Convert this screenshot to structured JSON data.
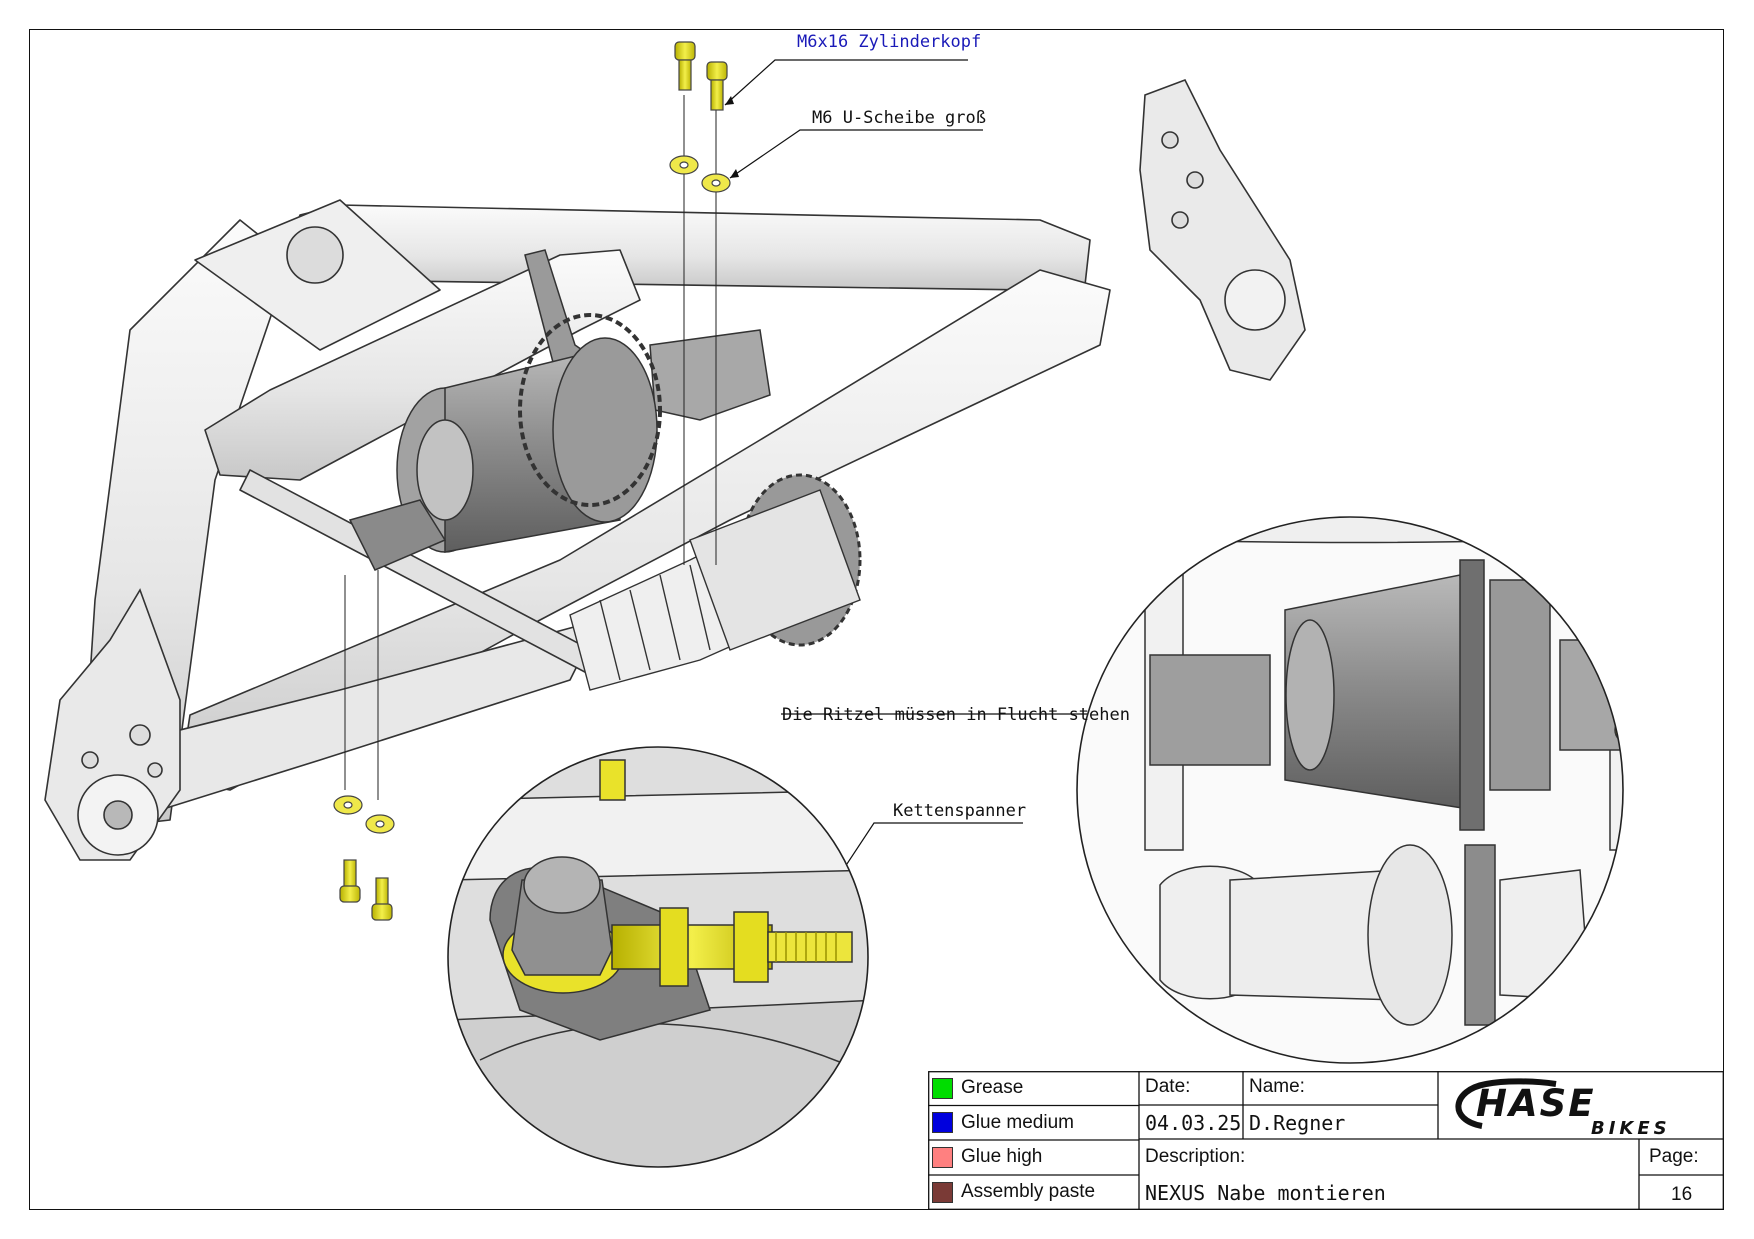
{
  "callouts": {
    "bolt": "M6x16 Zylinderkopf",
    "washer": "M6 U-Scheibe groß",
    "sprockets": "Die Ritzel müssen in Flucht stehen",
    "tensioner": "Kettenspanner"
  },
  "legend": [
    {
      "label": "Grease",
      "color": "#00dd00"
    },
    {
      "label": "Glue medium",
      "color": "#0000dd"
    },
    {
      "label": "Glue high",
      "color": "#ff8080"
    },
    {
      "label": "Assembly paste",
      "color": "#7a3a36"
    }
  ],
  "titleblock": {
    "date_label": "Date:",
    "date_value": "04.03.25",
    "name_label": "Name:",
    "name_value": "D.Regner",
    "description_label": "Description:",
    "description_value": "NEXUS Nabe montieren",
    "page_label": "Page:",
    "page_value": "16"
  },
  "logo": {
    "line1": "HASE",
    "line2": "BIKES"
  },
  "colors": {
    "part_yellow": "#e9e21c",
    "frame": "#f0f0f0",
    "hub": "#8c8c8c",
    "callout_blue": "#1a1ab8"
  }
}
